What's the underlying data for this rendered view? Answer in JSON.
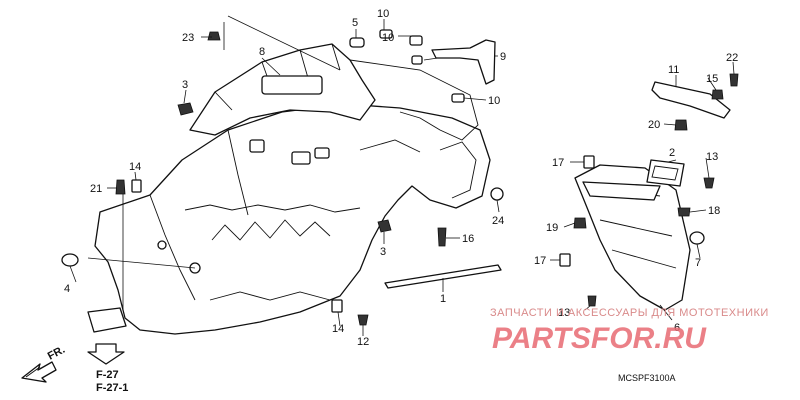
{
  "callouts": {
    "c1": "1",
    "c2": "2",
    "c3a": "3",
    "c3b": "3",
    "c4": "4",
    "c5": "5",
    "c6": "6",
    "c7": "7",
    "c8": "8",
    "c9": "9",
    "c10a": "10",
    "c10b": "10",
    "c10c": "10",
    "c11": "11",
    "c12": "12",
    "c13a": "13",
    "c13b": "13",
    "c14a": "14",
    "c14b": "14",
    "c15": "15",
    "c16": "16",
    "c17a": "17",
    "c17b": "17",
    "c18": "18",
    "c19": "19",
    "c20": "20",
    "c21": "21",
    "c22": "22",
    "c23": "23",
    "c24": "24"
  },
  "front_label": "FR.",
  "refs": [
    "F-27",
    "F-27-1"
  ],
  "diagram_code": "MCSPF3100A",
  "watermark": {
    "line1": "ЗАПЧАСТИ И АКСЕССУАРЫ ДЛЯ МОТОТЕХНИКИ",
    "line2": "PARTSFOR.RU"
  }
}
